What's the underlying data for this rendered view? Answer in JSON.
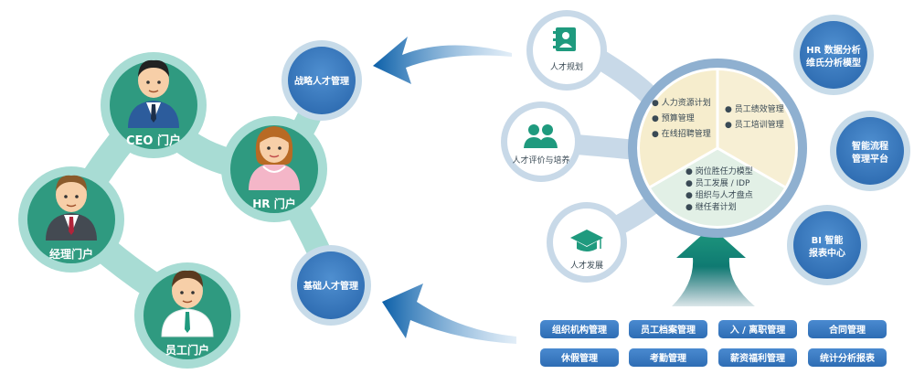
{
  "portals": {
    "ceo": "CEO 门户",
    "manager": "经理门户",
    "hr": "HR 门户",
    "employee": "员工门户"
  },
  "mgmt": {
    "strategic": "战略人才管理",
    "basic": "基础人才管理"
  },
  "modules": {
    "planning": "人才规划",
    "evaluation": "人才评价与培养",
    "development": "人才发展"
  },
  "pie": {
    "left": [
      "人力资源计划",
      "预算管理",
      "在线招聘管理"
    ],
    "right": [
      "员工绩效管理",
      "员工培训管理"
    ],
    "bottom": [
      "岗位胜任力模型",
      "员工发展 / IDP",
      "组织与人才盘点",
      "继任者计划"
    ]
  },
  "right_circles": {
    "hr_analysis": [
      "HR 数据分析",
      "维氏分析模型"
    ],
    "workflow": [
      "智能流程",
      "管理平台"
    ],
    "bi": [
      "BI 智能",
      "报表中心"
    ]
  },
  "base_buttons": [
    [
      "组织机构管理",
      "员工档案管理",
      "入 / 离职管理",
      "合同管理"
    ],
    [
      "休假管理",
      "考勤管理",
      "薪资福利管理",
      "统计分析报表"
    ]
  ],
  "colors": {
    "portal_green": "#2f9a80",
    "connector_teal": "#a8dcd4",
    "blue_circle": "#3f7dc0",
    "steel_blue": "#8fb0d0",
    "button_blue": "#3a79c0",
    "pie_cream": "#f6edcd",
    "pie_mint": "#e2f0e6"
  }
}
